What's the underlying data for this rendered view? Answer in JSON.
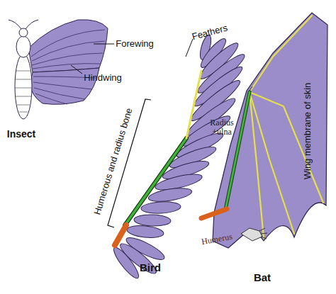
{
  "diagram": {
    "labels": [
      "Forewing",
      "Feathers",
      "Hindwing",
      "Insect",
      "Humerous and radius bone",
      "Radius +ulna",
      "Wing membrane of skin",
      "Humerus",
      "Bird",
      "Bat"
    ]
  }
}
